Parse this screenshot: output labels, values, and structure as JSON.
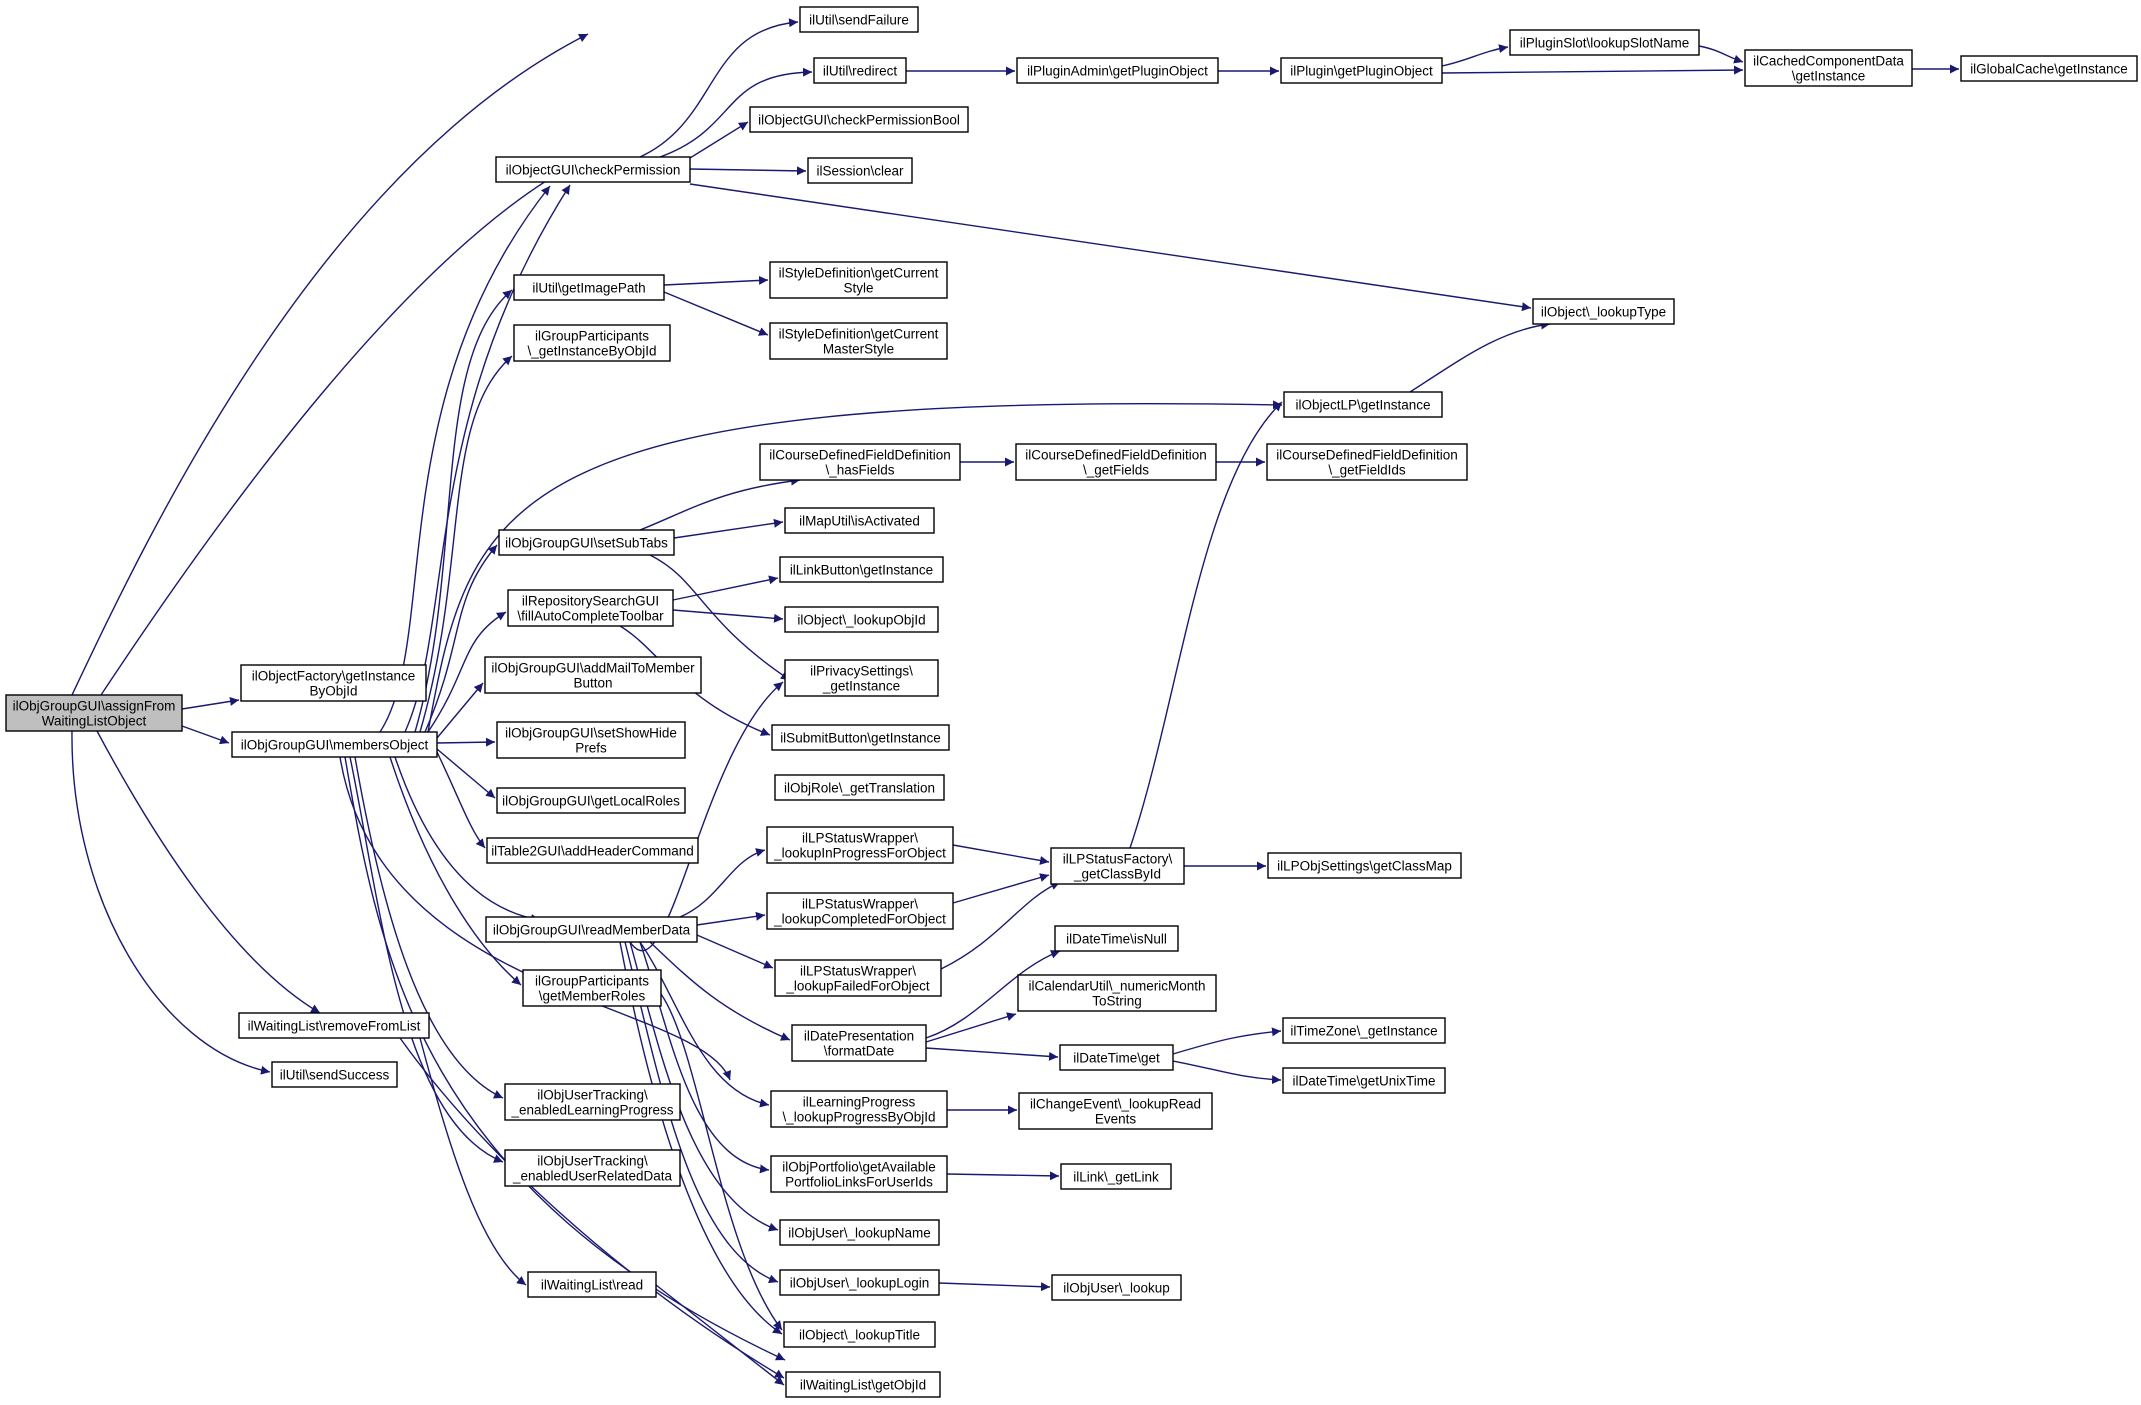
{
  "diagram": {
    "type": "call-graph",
    "colors": {
      "edge": "#191970",
      "node_border": "#000000",
      "root_fill": "#bfbfbf",
      "node_fill": "#ffffff"
    },
    "nodes": [
      {
        "id": "n0",
        "lines": [
          "ilObjGroupGUI\\assignFrom",
          "WaitingListObject"
        ]
      },
      {
        "id": "n1",
        "lines": [
          "ilUtil\\sendFailure"
        ]
      },
      {
        "id": "n2",
        "lines": [
          "ilObjectGUI\\checkPermission"
        ]
      },
      {
        "id": "n3",
        "lines": [
          "ilObjectFactory\\getInstance",
          "ByObjId"
        ]
      },
      {
        "id": "n4",
        "lines": [
          "ilObjGroupGUI\\membersObject"
        ]
      },
      {
        "id": "n5",
        "lines": [
          "ilWaitingList\\removeFromList"
        ]
      },
      {
        "id": "n6",
        "lines": [
          "ilUtil\\sendSuccess"
        ]
      },
      {
        "id": "n7",
        "lines": [
          "ilUtil\\redirect"
        ]
      },
      {
        "id": "n8",
        "lines": [
          "ilObjectGUI\\checkPermissionBool"
        ]
      },
      {
        "id": "n9",
        "lines": [
          "ilSession\\clear"
        ]
      },
      {
        "id": "n10",
        "lines": [
          "ilObject\\_lookupType"
        ]
      },
      {
        "id": "n11",
        "lines": [
          "ilPluginAdmin\\getPluginObject"
        ]
      },
      {
        "id": "n12",
        "lines": [
          "ilPlugin\\getPluginObject"
        ]
      },
      {
        "id": "n13",
        "lines": [
          "ilPluginSlot\\lookupSlotName"
        ]
      },
      {
        "id": "n14",
        "lines": [
          "ilCachedComponentData",
          "\\getInstance"
        ]
      },
      {
        "id": "n15",
        "lines": [
          "ilGlobalCache\\getInstance"
        ]
      },
      {
        "id": "n16",
        "lines": [
          "ilUtil\\getImagePath"
        ]
      },
      {
        "id": "n17",
        "lines": [
          "ilGroupParticipants",
          "\\_getInstanceByObjId"
        ]
      },
      {
        "id": "n18",
        "lines": [
          "ilObjectLP\\getInstance"
        ]
      },
      {
        "id": "n19",
        "lines": [
          "ilObjGroupGUI\\setSubTabs"
        ]
      },
      {
        "id": "n20",
        "lines": [
          "ilRepositorySearchGUI",
          "\\fillAutoCompleteToolbar"
        ]
      },
      {
        "id": "n21",
        "lines": [
          "ilObjGroupGUI\\addMailToMember",
          "Button"
        ]
      },
      {
        "id": "n22",
        "lines": [
          "ilObjGroupGUI\\setShowHide",
          "Prefs"
        ]
      },
      {
        "id": "n23",
        "lines": [
          "ilObjGroupGUI\\getLocalRoles"
        ]
      },
      {
        "id": "n24",
        "lines": [
          "ilTable2GUI\\addHeaderCommand"
        ]
      },
      {
        "id": "n25",
        "lines": [
          "ilObjGroupGUI\\readMemberData"
        ]
      },
      {
        "id": "n26",
        "lines": [
          "ilGroupParticipants",
          "\\getMemberRoles"
        ]
      },
      {
        "id": "n27",
        "lines": [
          "ilObjUserTracking\\",
          "_enabledLearningProgress"
        ]
      },
      {
        "id": "n28",
        "lines": [
          "ilObjUserTracking\\",
          "_enabledUserRelatedData"
        ]
      },
      {
        "id": "n29",
        "lines": [
          "ilWaitingList\\read"
        ]
      },
      {
        "id": "n30",
        "lines": [
          "ilWaitingList\\getObjId"
        ]
      },
      {
        "id": "n31",
        "lines": [
          "ilStyleDefinition\\getCurrent",
          "Style"
        ]
      },
      {
        "id": "n32",
        "lines": [
          "ilStyleDefinition\\getCurrent",
          "MasterStyle"
        ]
      },
      {
        "id": "n33",
        "lines": [
          "ilCourseDefinedFieldDefinition",
          "\\_hasFields"
        ]
      },
      {
        "id": "n34",
        "lines": [
          "ilMapUtil\\isActivated"
        ]
      },
      {
        "id": "n35",
        "lines": [
          "ilLinkButton\\getInstance"
        ]
      },
      {
        "id": "n36",
        "lines": [
          "ilObject\\_lookupObjId"
        ]
      },
      {
        "id": "n37",
        "lines": [
          "ilPrivacySettings\\",
          "_getInstance"
        ]
      },
      {
        "id": "n38",
        "lines": [
          "ilSubmitButton\\getInstance"
        ]
      },
      {
        "id": "n39",
        "lines": [
          "ilObjRole\\_getTranslation"
        ]
      },
      {
        "id": "n40",
        "lines": [
          "ilLPStatusWrapper\\",
          "_lookupInProgressForObject"
        ]
      },
      {
        "id": "n41",
        "lines": [
          "ilLPStatusWrapper\\",
          "_lookupCompletedForObject"
        ]
      },
      {
        "id": "n42",
        "lines": [
          "ilLPStatusWrapper\\",
          "_lookupFailedForObject"
        ]
      },
      {
        "id": "n43",
        "lines": [
          "ilDatePresentation",
          "\\formatDate"
        ]
      },
      {
        "id": "n44",
        "lines": [
          "ilLearningProgress",
          "\\_lookupProgressByObjId"
        ]
      },
      {
        "id": "n45",
        "lines": [
          "ilObjPortfolio\\getAvailable",
          "PortfolioLinksForUserIds"
        ]
      },
      {
        "id": "n46",
        "lines": [
          "ilObjUser\\_lookupName"
        ]
      },
      {
        "id": "n47",
        "lines": [
          "ilObjUser\\_lookupLogin"
        ]
      },
      {
        "id": "n48",
        "lines": [
          "ilObject\\_lookupTitle"
        ]
      },
      {
        "id": "n49",
        "lines": [
          "ilCourseDefinedFieldDefinition",
          "\\_getFields"
        ]
      },
      {
        "id": "n50",
        "lines": [
          "ilCourseDefinedFieldDefinition",
          "\\_getFieldIds"
        ]
      },
      {
        "id": "n51",
        "lines": [
          "ilLPStatusFactory\\",
          "_getClassById"
        ]
      },
      {
        "id": "n52",
        "lines": [
          "ilLPObjSettings\\getClassMap"
        ]
      },
      {
        "id": "n53",
        "lines": [
          "ilDateTime\\isNull"
        ]
      },
      {
        "id": "n54",
        "lines": [
          "ilCalendarUtil\\_numericMonth",
          "ToString"
        ]
      },
      {
        "id": "n55",
        "lines": [
          "ilDateTime\\get"
        ]
      },
      {
        "id": "n56",
        "lines": [
          "ilTimeZone\\_getInstance"
        ]
      },
      {
        "id": "n57",
        "lines": [
          "ilDateTime\\getUnixTime"
        ]
      },
      {
        "id": "n58",
        "lines": [
          "ilChangeEvent\\_lookupRead",
          "Events"
        ]
      },
      {
        "id": "n59",
        "lines": [
          "ilLink\\_getLink"
        ]
      },
      {
        "id": "n60",
        "lines": [
          "ilObjUser\\_lookup"
        ]
      }
    ]
  }
}
